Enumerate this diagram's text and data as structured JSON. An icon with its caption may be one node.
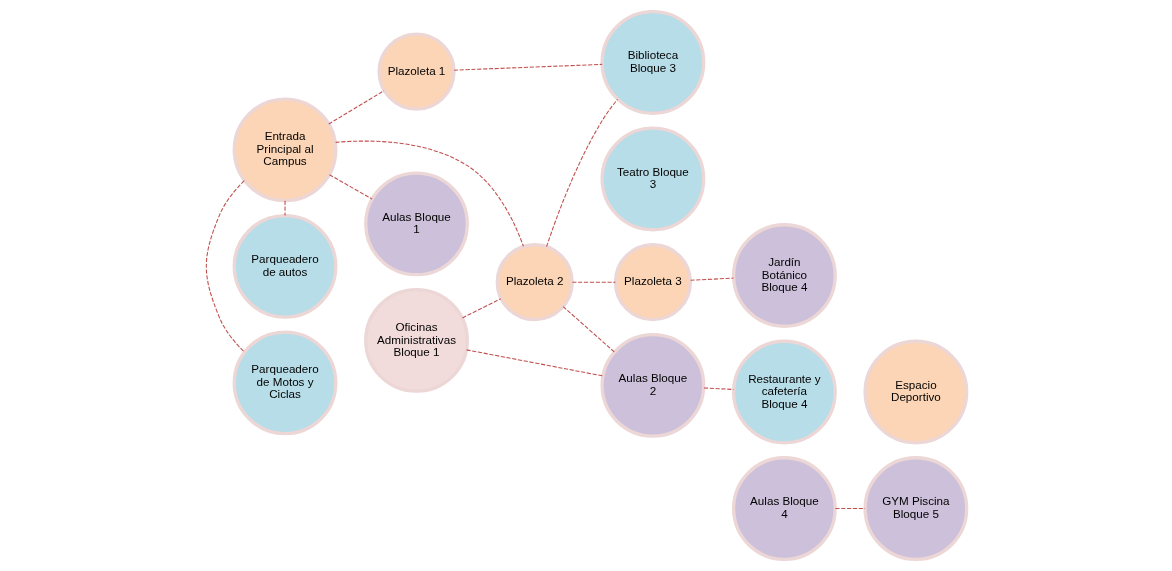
{
  "diagram": {
    "nodes": [
      {
        "text": [
          "Parqueadero de autos"
        ]
      },
      {
        "text": [
          "Entrada Principal al Campus"
        ]
      },
      {
        "text": [
          "Parqueadero de Motos y Ciclas"
        ]
      },
      {
        "text": [
          "Aulas Bloque 1"
        ]
      },
      {
        "text": [
          "Oficinas Administrativas Bloque 1"
        ]
      },
      {
        "text": [
          "Plazoleta 2"
        ]
      },
      {
        "text": [
          "Aulas Bloque 2"
        ]
      },
      {
        "text": [
          "Restaurante y cafetería Bloque 4"
        ]
      },
      {
        "text": [
          "Plazoleta 3"
        ]
      },
      {
        "text": [
          "Jardín Botánico Bloque 4"
        ]
      },
      {
        "text": [
          "Espacio Deportivo"
        ]
      },
      {
        "text": [
          "Plazoleta 1"
        ]
      },
      {
        "text": [
          "Biblioteca Bloque 3"
        ]
      },
      {
        "text": [
          "Teatro Bloque 3"
        ]
      },
      {
        "text": [
          "Aulas Bloque 4"
        ]
      },
      {
        "text": [
          "GYM Piscina Bloque 5"
        ]
      }
    ],
    "edges": [
      {
        "from": 1,
        "to": 0,
        "arrow": "none",
        "style": "dashed"
      },
      {
        "from": 1,
        "to": 2,
        "arrow": "none",
        "style": "dashed"
      },
      {
        "from": 1,
        "to": 3,
        "arrow": "none",
        "style": "dashed"
      },
      {
        "from": 1,
        "to": 5,
        "arrow": "none",
        "style": "dashed"
      },
      {
        "from": 1,
        "to": 11,
        "arrow": "none",
        "style": "dashed"
      },
      {
        "from": 4,
        "to": 5,
        "arrow": "none",
        "style": "dashed"
      },
      {
        "from": 4,
        "to": 6,
        "arrow": "none",
        "style": "dashed"
      },
      {
        "from": 6,
        "to": 7,
        "arrow": "none",
        "style": "dashed"
      },
      {
        "from": 5,
        "to": 6,
        "arrow": "none",
        "style": "dashed"
      },
      {
        "from": 5,
        "to": 8,
        "arrow": "none",
        "style": "dashed"
      },
      {
        "from": 5,
        "to": 12,
        "arrow": "none",
        "style": "dashed"
      },
      {
        "from": 11,
        "to": 12,
        "arrow": "none",
        "style": "dashed"
      },
      {
        "from": 8,
        "to": 9,
        "arrow": "none",
        "style": "dashed"
      },
      {
        "from": 14,
        "to": 15,
        "arrow": "none",
        "style": "dashed"
      }
    ]
  }
}
